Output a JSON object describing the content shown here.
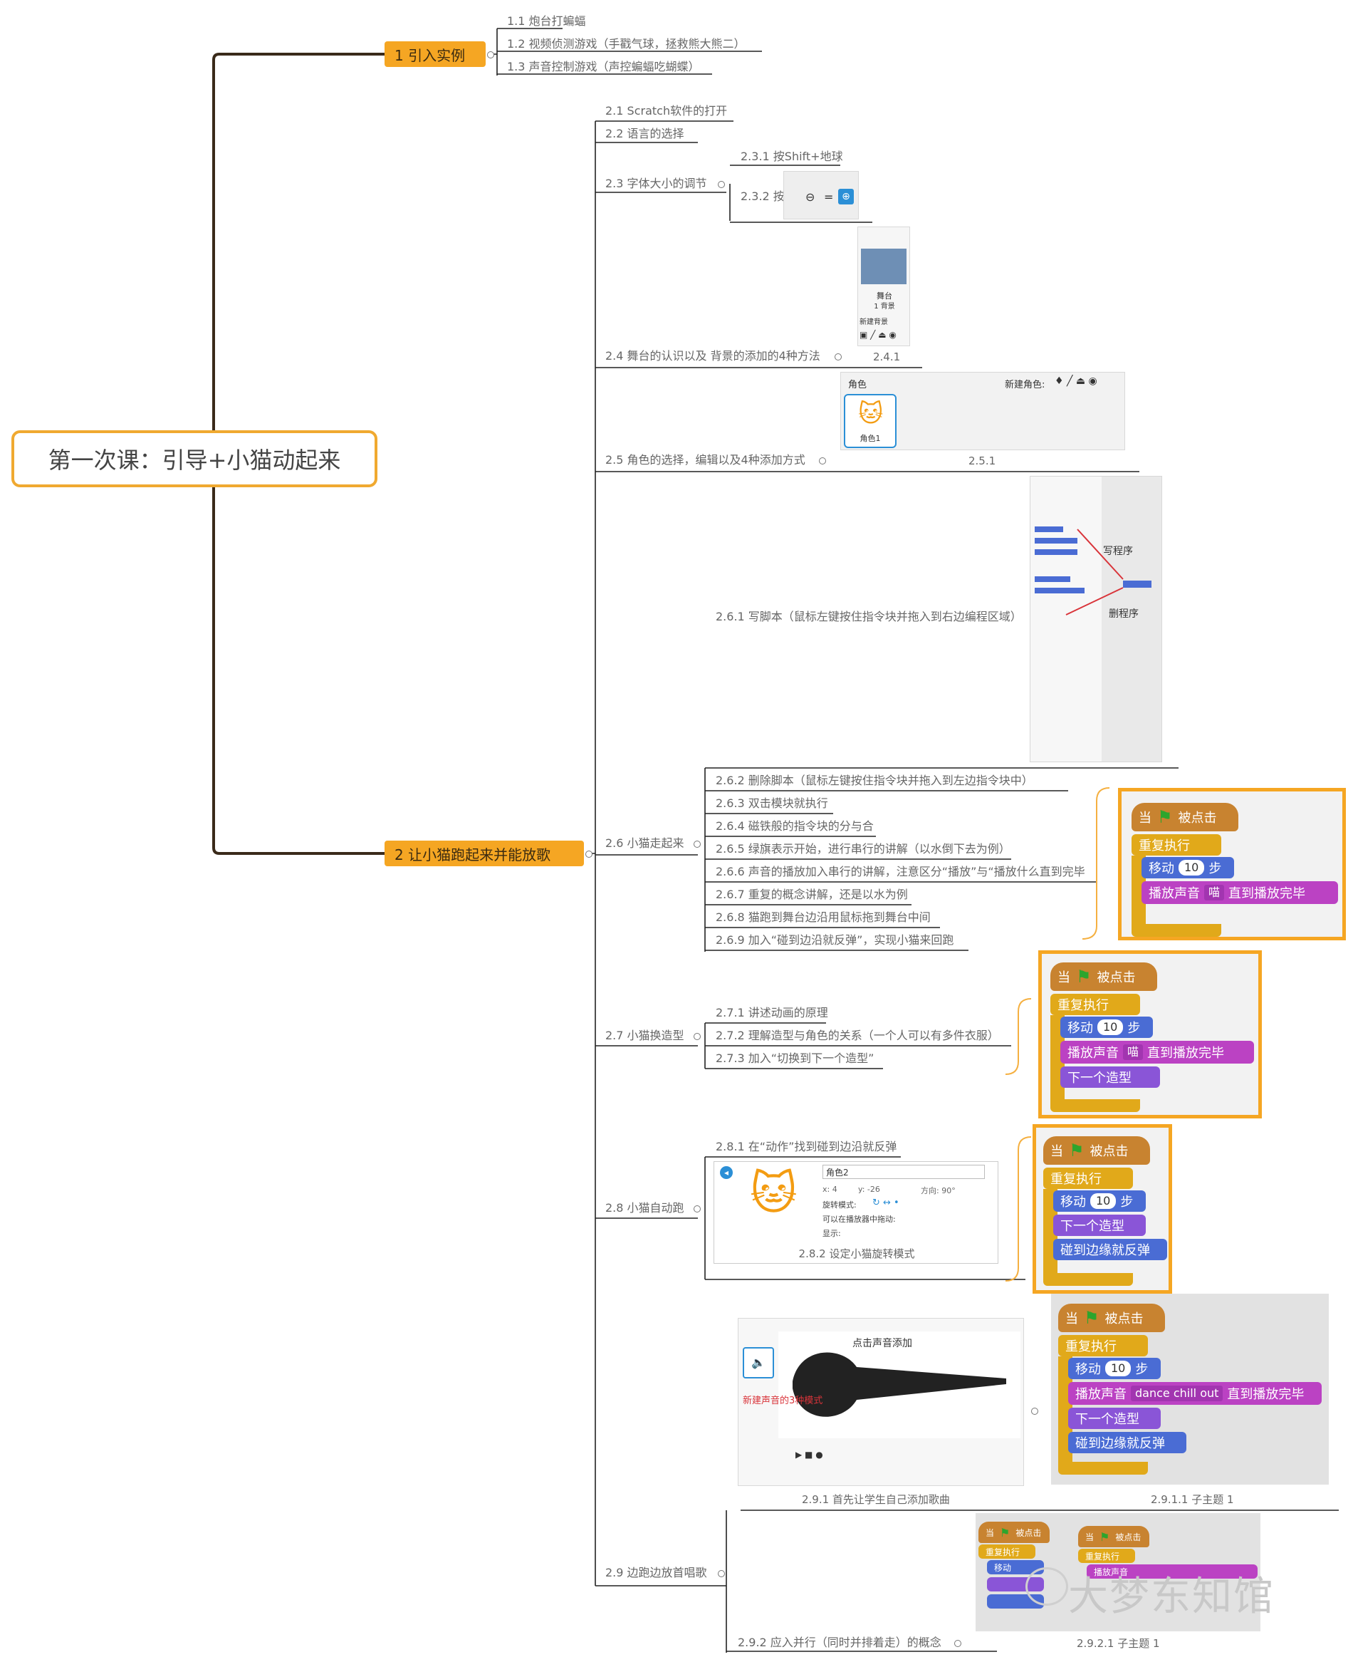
{
  "root": {
    "title": "第一次课：引导+小猫动起来"
  },
  "topics": {
    "t1": "1 引入实例",
    "t2": "2 让小猫跑起来并能放歌"
  },
  "t1_items": [
    "1.1 炮台打蝙蝠",
    "1.2 视频侦测游戏（手戳气球，拯救熊大熊二）",
    "1.3 声音控制游戏（声控蝙蝠吃蝴蝶）"
  ],
  "t2_items": {
    "i21": "2.1 Scratch软件的打开",
    "i22": "2.2 语言的选择",
    "i23": "2.3 字体大小的调节",
    "i231": "2.3.1 按Shift+地球",
    "i232": "2.3.2 按",
    "i24": "2.4 舞台的认识以及  背景的添加的4种方法",
    "i241": "2.4.1",
    "i25": "2.5 角色的选择，编辑以及4种添加方式",
    "i251": "2.5.1",
    "i26": "2.6 小猫走起来",
    "i261": "2.6.1 写脚本（鼠标左键按住指令块并拖入到右边编程区域）",
    "i262": "2.6.2 删除脚本（鼠标左键按住指令块并拖入到左边指令块中）",
    "i263": "2.6.3 双击模块就执行",
    "i264": "2.6.4 磁铁般的指令块的分与合",
    "i265": "2.6.5 绿旗表示开始，进行串行的讲解（以水倒下去为例）",
    "i266": "2.6.6 声音的播放加入串行的讲解，注意区分“播放”与“播放什么直到完毕",
    "i267": "2.6.7 重复的概念讲解，还是以水为例",
    "i268": "2.6.8 猫跑到舞台边沿用鼠标拖到舞台中间",
    "i269": "2.6.9 加入“碰到边沿就反弹”，实现小猫来回跑",
    "i27": "2.7 小猫换造型",
    "i271": "2.7.1 讲述动画的原理",
    "i272": "2.7.2 理解造型与角色的关系（一个人可以有多件衣服）",
    "i273": "2.7.3 加入“切换到下一个造型”",
    "i28": "2.8 小猫自动跑",
    "i281": "2.8.1 在“动作”找到碰到边沿就反弹",
    "i282": "2.8.2 设定小猫旋转模式",
    "i29": "2.9 边跑边放首唱歌",
    "i291": "2.9.1 首先让学生自己添加歌曲",
    "i2911": "2.9.1.1 子主题 1",
    "i292": "2.9.2 应入并行（同时并排着走）的概念",
    "i2921": "2.9.2.1 子主题 1"
  },
  "screenshot_text": {
    "stage": "舞台",
    "stage_bg": "1 背景",
    "new_bg": "新建背景",
    "sprites": "角色",
    "new_sprite": "新建角色:",
    "sprite1": "角色1",
    "write_prog": "写程序",
    "del_prog": "删程序",
    "sprite2": "角色2",
    "x": "x: 4",
    "y": "y: -26",
    "dir": "方向: 90°",
    "rot_mode": "旋转模式:",
    "drag": "可以在播放器中拖动:",
    "show": "显示:",
    "click_sound": "点击声音添加",
    "new_sound": "新建声音的3种模式"
  },
  "blocks": {
    "when": "当",
    "clicked": "被点击",
    "forever": "重复执行",
    "move": "移动",
    "steps": "步",
    "ten": "10",
    "play": "播放声音",
    "meow": "喵",
    "until_done": "直到播放完毕",
    "next_costume": "下一个造型",
    "bounce": "碰到边缘就反弹",
    "song": "dance chill out"
  },
  "watermark": "大梦东知馆",
  "colors": {
    "topic": "#f5a623",
    "event": "#c88330",
    "control": "#e1a91a",
    "motion": "#4a6cd4",
    "sound": "#bb42c3"
  }
}
